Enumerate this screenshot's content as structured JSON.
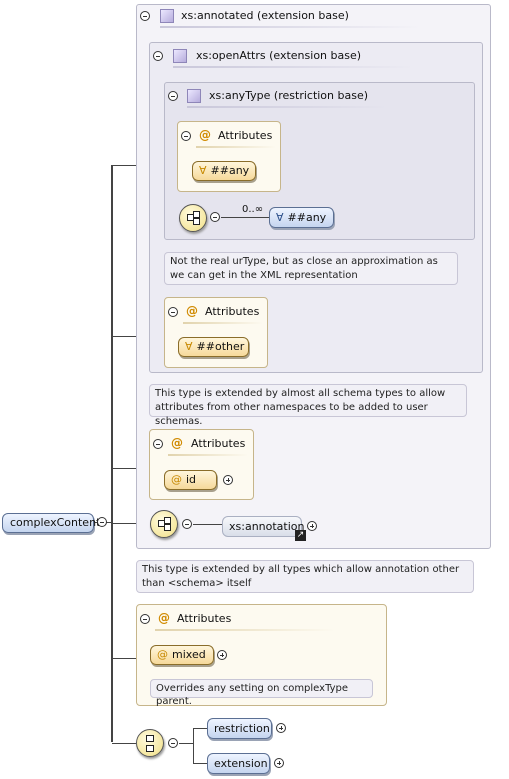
{
  "root": {
    "label": "complexContent"
  },
  "frames": {
    "annotated": {
      "title": "xs:annotated (extension base)"
    },
    "openattrs": {
      "title": "xs:openAttrs (extension base)"
    },
    "anytype": {
      "title": "xs:anyType (restriction base)"
    }
  },
  "anytype_attrs": {
    "header": "Attributes",
    "wildcard": "##any"
  },
  "anytype_seq": {
    "cardinality": "0..∞",
    "any_label": "##any"
  },
  "notes": {
    "anytype": "Not the real urType, but as close an approximation as we can get in the XML representation",
    "openattrs": "This type is extended by almost all schema types to allow attributes from other namespaces to be added to user schemas.",
    "annotated": "This type is extended by all types which allow annotation other than <schema> itself",
    "mixed": "Overrides any setting on complexType parent."
  },
  "openattrs_attrs": {
    "header": "Attributes",
    "wildcard": "##other"
  },
  "annotated_attrs": {
    "header": "Attributes",
    "attr": "id"
  },
  "annotation_ref": {
    "label": "xs:annotation"
  },
  "content_attrs": {
    "header": "Attributes",
    "attr": "mixed"
  },
  "choice": {
    "items": [
      "restriction",
      "extension"
    ]
  },
  "icons": {
    "attribute": "@",
    "wildcard": "∀",
    "link": "↗"
  },
  "colors": {
    "attribute_fill": "#f6d99a",
    "element_fill": "#c5d5ef",
    "frame_border": "#b9b9c9"
  }
}
